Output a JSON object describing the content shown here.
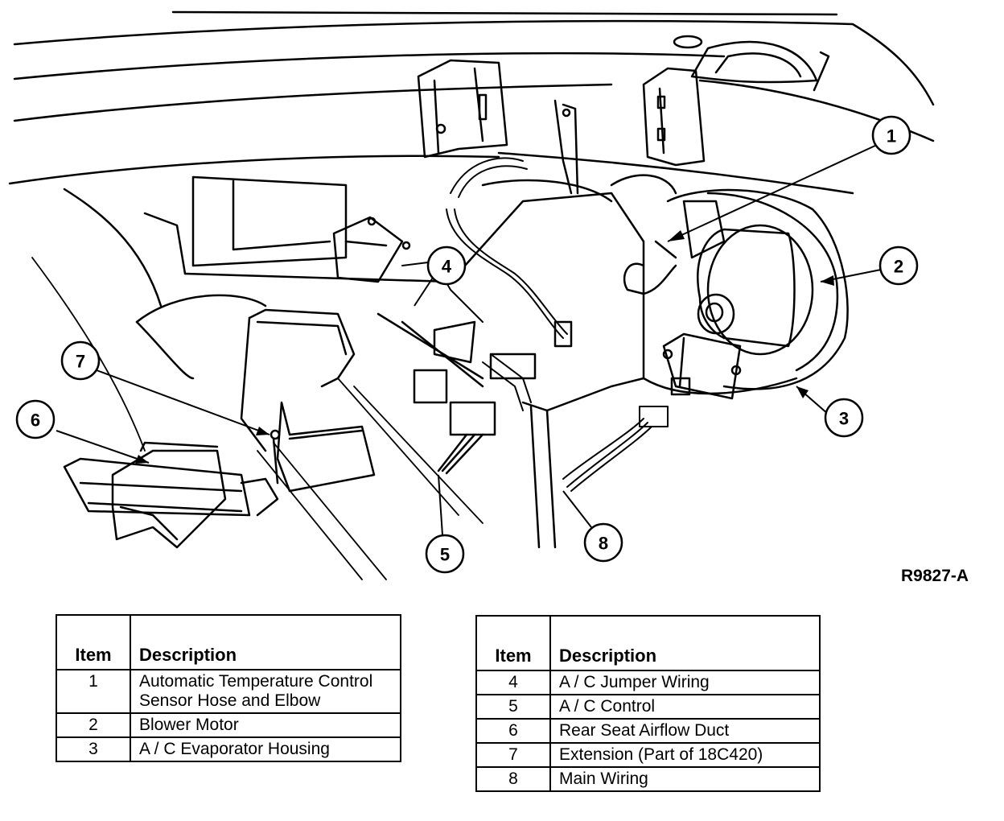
{
  "callouts": [
    "1",
    "2",
    "3",
    "4",
    "5",
    "6",
    "7",
    "8"
  ],
  "reference_code": "R9827-A",
  "legend_left": {
    "header_item": "Item",
    "header_description": "Description",
    "rows": [
      {
        "item": "1",
        "description": "Automatic Temperature Control Sensor Hose and Elbow"
      },
      {
        "item": "2",
        "description": "Blower Motor"
      },
      {
        "item": "3",
        "description": "A / C Evaporator Housing"
      }
    ]
  },
  "legend_right": {
    "header_item": "Item",
    "header_description": "Description",
    "rows": [
      {
        "item": "4",
        "description": "A / C Jumper Wiring"
      },
      {
        "item": "5",
        "description": "A / C Control"
      },
      {
        "item": "6",
        "description": "Rear Seat Airflow Duct"
      },
      {
        "item": "7",
        "description": "Extension (Part of 18C420)"
      },
      {
        "item": "8",
        "description": "Main Wiring"
      }
    ]
  }
}
